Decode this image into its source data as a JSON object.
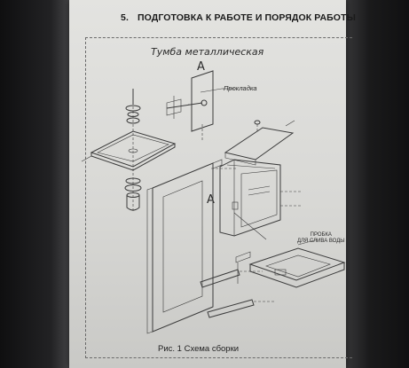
{
  "section": {
    "number": "5.",
    "title": "ПОДГОТОВКА К РАБОТЕ И ПОРЯДОК РАБОТЫ"
  },
  "drawing": {
    "title": "Тумба металлическая",
    "view_label_top": "А",
    "view_label_side": "А",
    "gasket_label": "Прокладка",
    "plug_label_line1": "ПРОБКА",
    "plug_label_line2": "ДЛЯ СЛИВА ВОДЫ"
  },
  "caption": "Рис. 1 Схема сборки"
}
